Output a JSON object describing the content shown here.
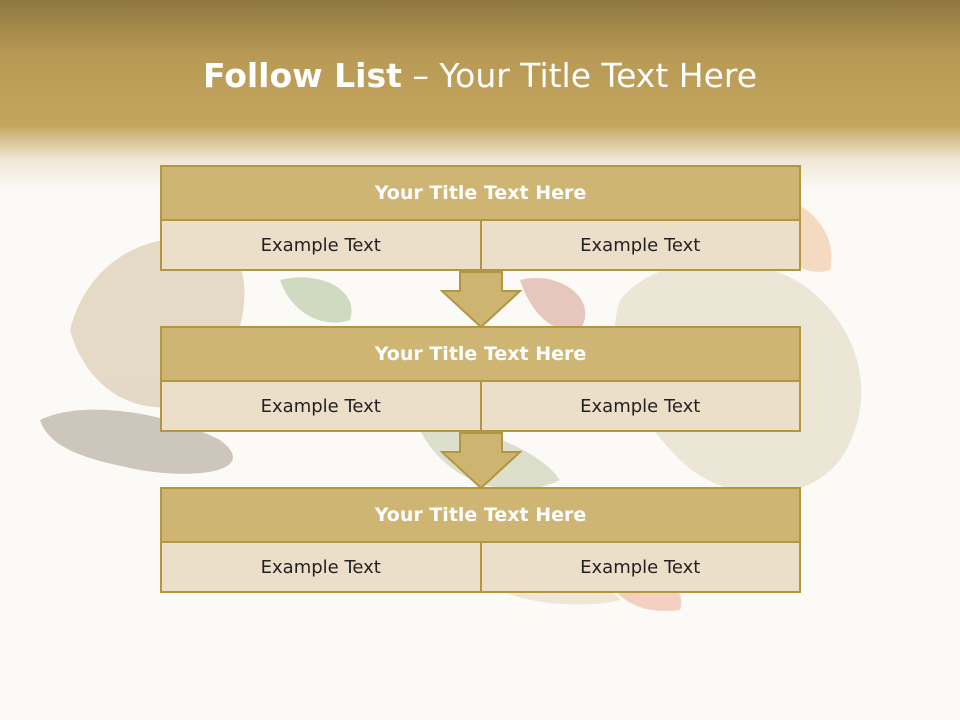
{
  "slide": {
    "title_bold": "Follow List",
    "title_rest": " – Your Title Text Here"
  },
  "blocks": [
    {
      "title": "Your Title Text Here",
      "left": "Example Text",
      "right": "Example Text"
    },
    {
      "title": "Your Title Text Here",
      "left": "Example Text",
      "right": "Example Text"
    },
    {
      "title": "Your Title Text Here",
      "left": "Example Text",
      "right": "Example Text"
    }
  ],
  "colors": {
    "header_gold": "#c4a55e",
    "block_title": "#cfb573",
    "block_cell": "#ecdfca",
    "border": "#b4963f",
    "arrow_fill": "#cdb471"
  }
}
